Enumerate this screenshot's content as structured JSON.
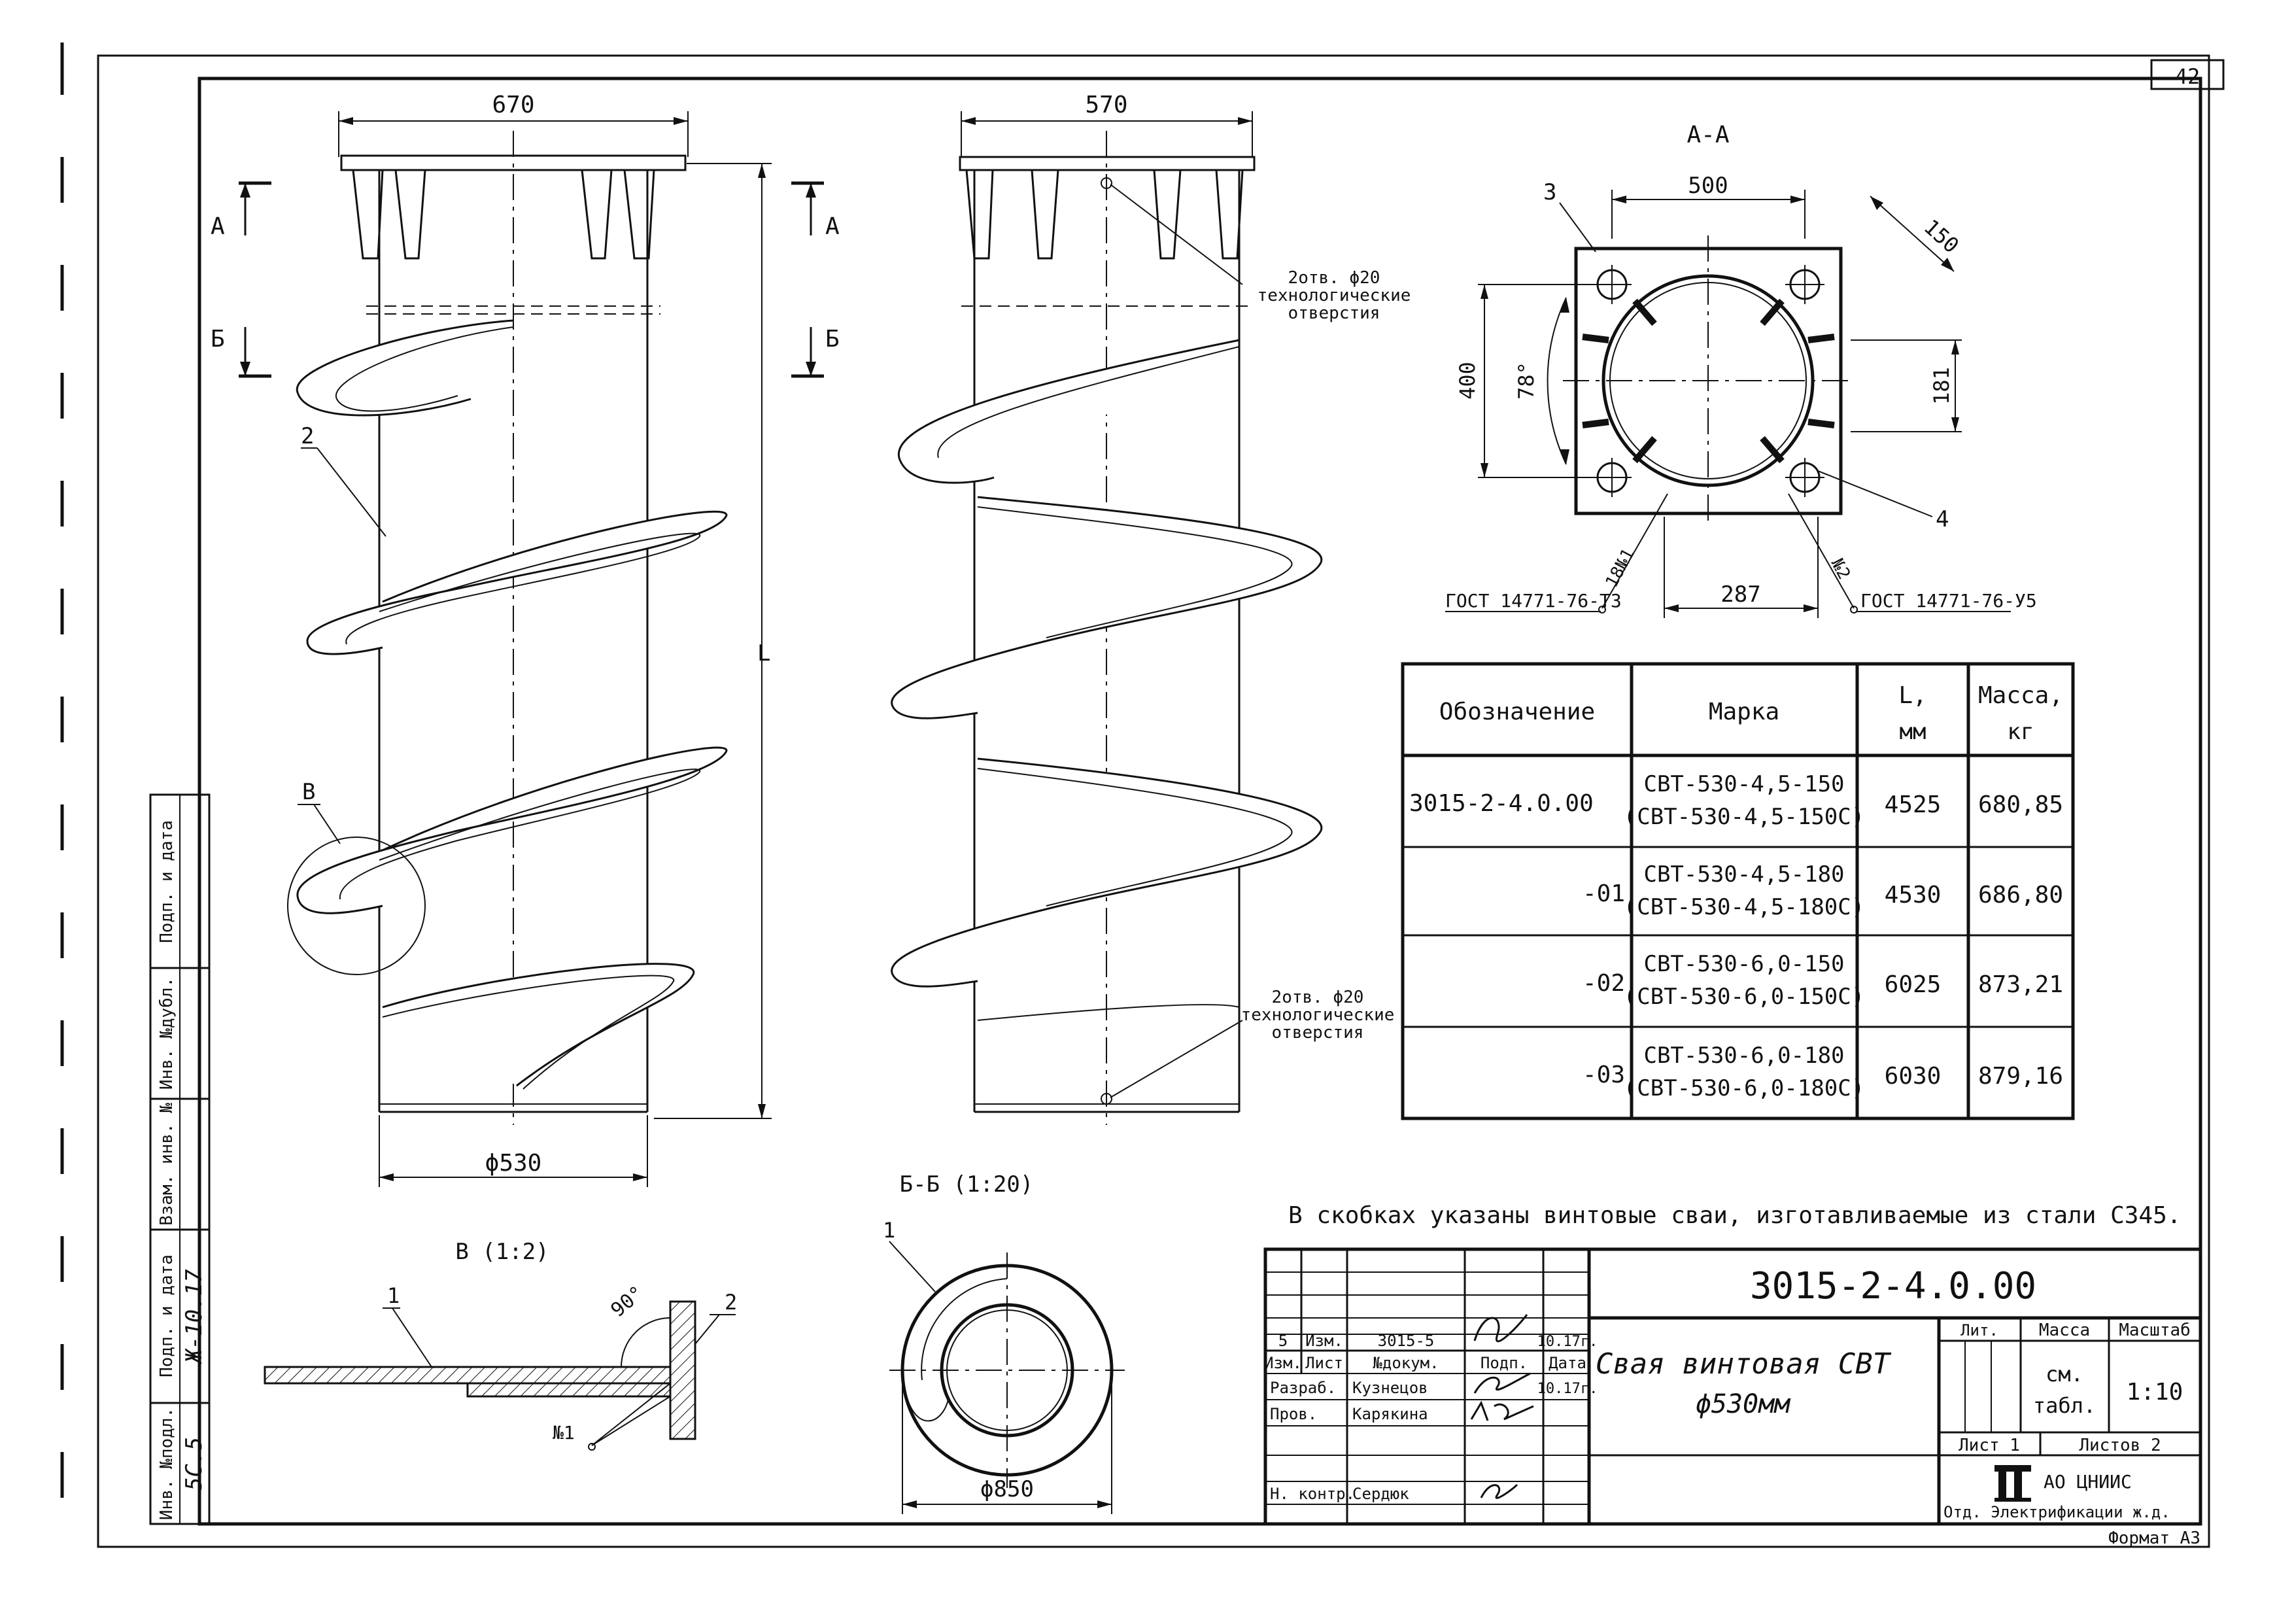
{
  "sheet": {
    "number": "42",
    "format_label": "Формат А3",
    "note": "В скобках указаны винтовые сваи, изготавливаемые из стали С345."
  },
  "front_view": {
    "width_dim": "670",
    "pipe_dia_dim": "ϕ530",
    "length_dim": "L",
    "section_a": "А",
    "section_b": "Б",
    "callout_2": "2",
    "callout_b": "В"
  },
  "side_view": {
    "width_dim": "570",
    "hole_note_top": [
      "2отв. ϕ20",
      "технологические",
      "отверстия"
    ],
    "hole_note_bottom": [
      "2отв. ϕ20",
      "технологические",
      "отверстия"
    ]
  },
  "section_aa": {
    "title": "А-А",
    "dim_500": "500",
    "dim_150": "150",
    "dim_400": "400",
    "angle_78": "78°",
    "dim_181": "181",
    "dim_287": "287",
    "callout_3": "3",
    "callout_4": "4",
    "weld_left": "ГОСТ 14771-76-Т3",
    "weld_left_no": "18№1",
    "weld_right": "ГОСТ 14771-76-У5",
    "weld_right_no": "№2"
  },
  "table": {
    "headers": {
      "designation": "Обозначение",
      "mark": "Марка",
      "length": "L,",
      "length_unit": "мм",
      "mass": "Масса,",
      "mass_unit": "кг"
    },
    "rows": [
      {
        "designation": "3015-2-4.0.00",
        "mark": "СВТ-530-4,5-150",
        "mark_alt": "(СВТ-530-4,5-150С)",
        "length": "4525",
        "mass": "680,85"
      },
      {
        "designation": "-01",
        "mark": "СВТ-530-4,5-180",
        "mark_alt": "(СВТ-530-4,5-180С)",
        "length": "4530",
        "mass": "686,80"
      },
      {
        "designation": "-02",
        "mark": "СВТ-530-6,0-150",
        "mark_alt": "(СВТ-530-6,0-150С)",
        "length": "6025",
        "mass": "873,21"
      },
      {
        "designation": "-03",
        "mark": "СВТ-530-6,0-180",
        "mark_alt": "(СВТ-530-6,0-180С)",
        "length": "6030",
        "mass": "879,16"
      }
    ]
  },
  "detail_v": {
    "title": "В (1:2)",
    "callout_1": "1",
    "callout_2": "2",
    "angle": "90°",
    "weld_no": "№1"
  },
  "section_bb": {
    "title": "Б-Б (1:20)",
    "callout_1": "1",
    "dia_dim": "ϕ850"
  },
  "side_stamp": {
    "podp_data_1": "Подп. и дата",
    "inv_dubl": "Инв. №дубл.",
    "vzam_inv": "Взам. инв. №",
    "podp_data_2": "Подп. и дата",
    "inv_podl": "Инв. №подл.",
    "inv_value": "5С.5",
    "date_value": "Ж-10.17"
  },
  "title_block": {
    "code": "3015-2-4.0.00",
    "name_line1": "Свая винтовая СВТ",
    "name_line2": "ϕ530мм",
    "rev_no": "5",
    "rev_izm": "Изм.",
    "rev_doc": "3015-5",
    "rev_date": "10.17г.",
    "hdr_izm": "Изм.",
    "hdr_list": "Лист",
    "hdr_ndoc": "№докум.",
    "hdr_podp": "Подп.",
    "hdr_date": "Дата",
    "razrab_label": "Разраб.",
    "razrab_name": "Кузнецов",
    "razrab_date": "10.17г.",
    "prov_label": "Пров.",
    "prov_name": "Карякина",
    "nkontr_label": "Н. контр.",
    "nkontr_name": "Сердюк",
    "lit_label": "Лит.",
    "mass_label": "Масса",
    "scale_label": "Масштаб",
    "mass_value_1": "см.",
    "mass_value_2": "табл.",
    "scale_value": "1:10",
    "sheet_label": "Лист 1",
    "sheets_label": "Листов 2",
    "org_name": "АО ЦНИИС",
    "org_dept": "Отд. Электрификации ж.д."
  }
}
